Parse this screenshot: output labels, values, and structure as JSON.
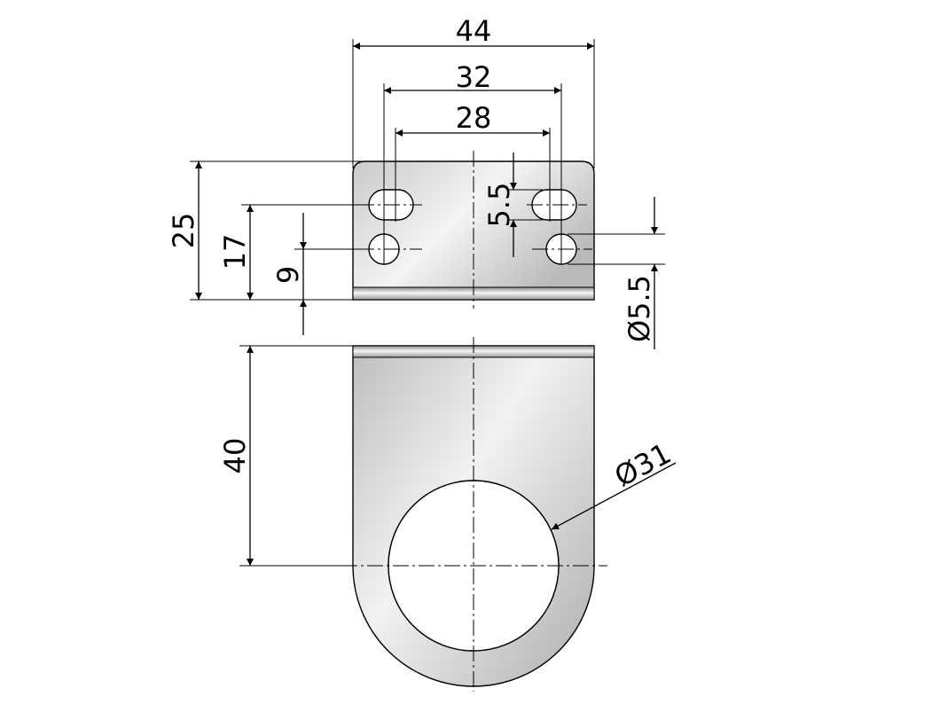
{
  "diagram": {
    "dimensions": {
      "width_overall": "44",
      "hole_pitch_outer": "32",
      "hole_pitch_inner": "28",
      "height_overall": "25",
      "slot_height_17": "17",
      "hole_height_9": "9",
      "slot_length": "5.5",
      "hole_diameter": "Ø5.5",
      "bracket_length": "40",
      "bore_diameter": "Ø31"
    }
  }
}
